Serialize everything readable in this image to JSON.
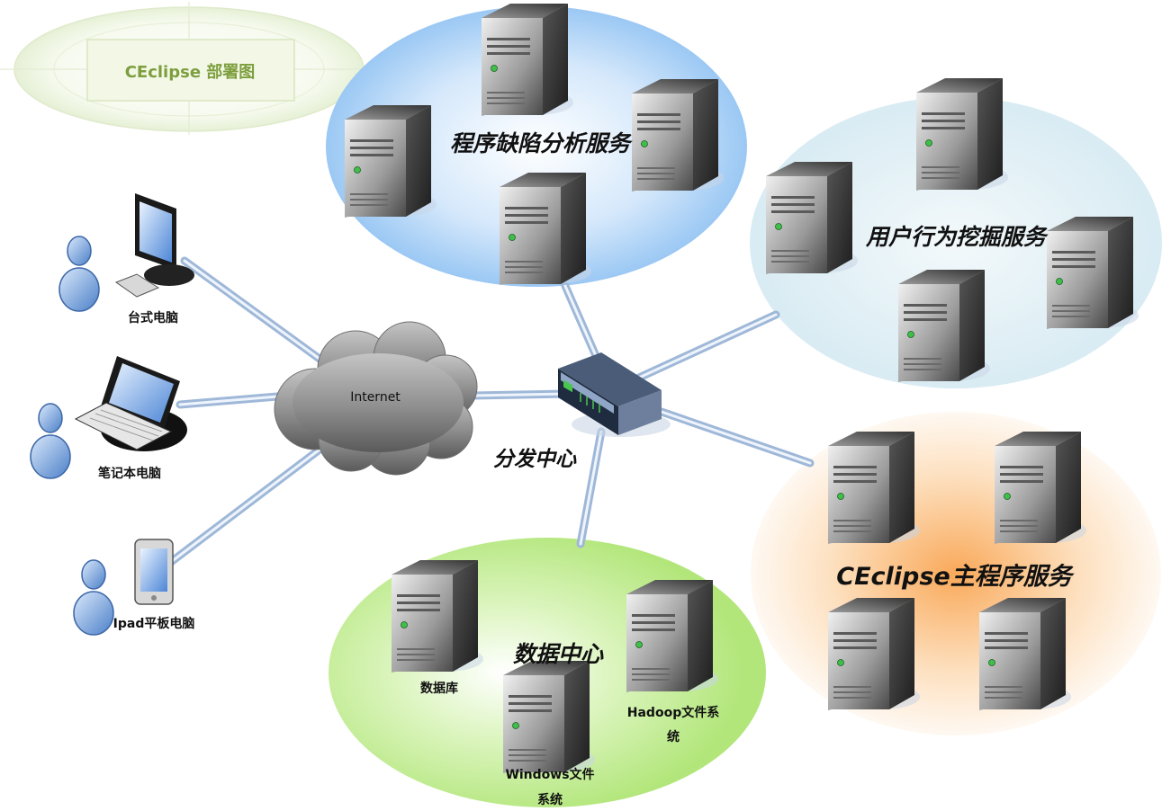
{
  "title": "CEclipse 部署图",
  "clients": [
    {
      "label": "台式电脑",
      "device": "desktop-monitor-icon"
    },
    {
      "label": "笔记本电脑",
      "device": "laptop-icon"
    },
    {
      "label": "Ipad平板电脑",
      "device": "tablet-icon"
    }
  ],
  "internet": {
    "label": "Internet"
  },
  "hub": {
    "label": "分发中心"
  },
  "clusters": [
    {
      "label": "程序缺陷分析服务",
      "color": "#7fb6f0",
      "servers": 4
    },
    {
      "label": "用户行为挖掘服务",
      "color": "#cfe6f0",
      "servers": 4
    },
    {
      "label": "CEclipse主程序服务",
      "color": "#f9b46a",
      "servers": 4
    },
    {
      "label": "数据中心",
      "color": "#b6ea7e",
      "servers": 3
    }
  ],
  "data_center_servers": [
    {
      "label": "数据库"
    },
    {
      "label_line1": "Hadoop文件系",
      "label_line2": "统"
    },
    {
      "label_line1": "Windows文件",
      "label_line2": "系统"
    }
  ]
}
